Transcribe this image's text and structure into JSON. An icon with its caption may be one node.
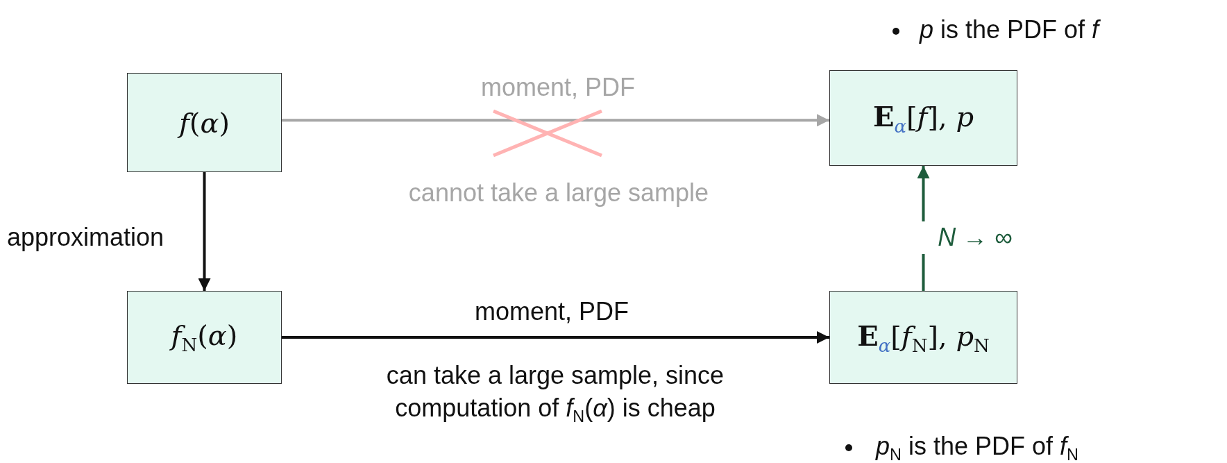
{
  "diagram": {
    "nodes": [
      {
        "text": [
          "*f*(*α*)"
        ]
      },
      {
        "text": [
          "*f*$_{N}$(*α*)"
        ]
      },
      {
        "text": [
          "**E**$_{α}$[*f*], *p*"
        ]
      },
      {
        "text": [
          "**E**$_{α}$[*f*$_{N}$], *p*$_{N}$"
        ]
      }
    ],
    "edges": [
      {
        "from": 0,
        "to": 2,
        "arrow": "to",
        "label": "moment, PDF",
        "color": "#a6a6a6"
      },
      {
        "from": 0,
        "to": 1,
        "arrow": "to",
        "label": "approximation"
      },
      {
        "from": 1,
        "to": 3,
        "arrow": "to",
        "label": "moment, PDF"
      },
      {
        "from": 3,
        "to": 2,
        "arrow": "to",
        "label": "*N* → ∞",
        "color": "#1e5c3c"
      }
    ],
    "labels": [
      "cannot take a large sample",
      "can take a large sample, since computation of *f*$_{N}$(*α*) is cheap",
      "*p* is the PDF of *f*",
      "*p*$_{N}$ is the PDF of *f*$_{N}$"
    ]
  }
}
